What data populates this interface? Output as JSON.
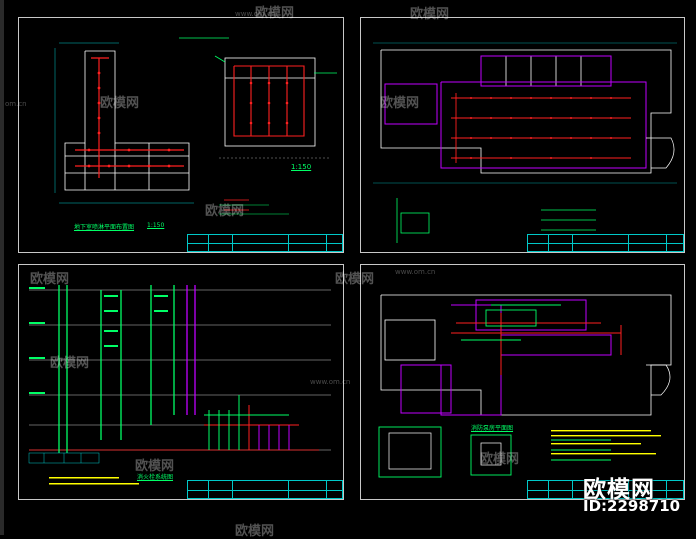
{
  "watermark": {
    "brand": "欧模网",
    "url": "www.om.cn",
    "url_short": "om.cn"
  },
  "stamp": {
    "brand": "欧模网",
    "id": "ID:2298710"
  },
  "sheets": {
    "top_left": {
      "plan_scale": "1:150",
      "drawing_title": "地下室喷淋平面布置图",
      "scale": "1:150"
    },
    "bottom_left": {
      "drawing_title": "消火栓系统图"
    },
    "bottom_right": {
      "drawing_title": "消防泵房平面图"
    }
  },
  "colors": {
    "frame": "#c8c8c8",
    "titleblock": "#00c8c8",
    "pipe_red": "#ff2020",
    "pipe_green": "#00ff66",
    "wall_magenta": "#c000ff",
    "text_yellow": "#ffff00"
  }
}
